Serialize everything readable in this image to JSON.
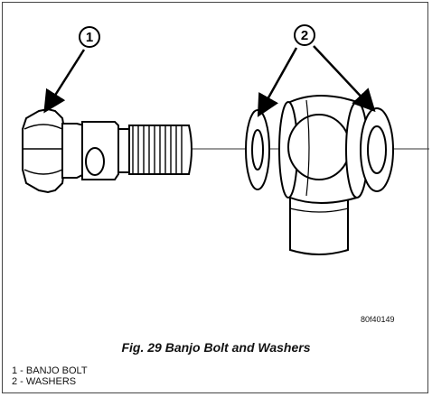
{
  "callouts": [
    {
      "number": "1"
    },
    {
      "number": "2"
    }
  ],
  "figure_code": "80f40149",
  "caption": "Fig. 29 Banjo Bolt and Washers",
  "legend": [
    {
      "text": "1 - BANJO BOLT"
    },
    {
      "text": "2 - WASHERS"
    }
  ]
}
